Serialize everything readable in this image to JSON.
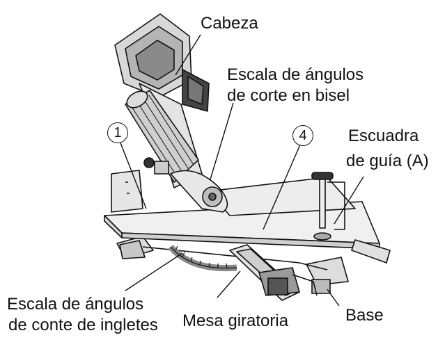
{
  "labels": {
    "cabeza": "Cabeza",
    "bevel_scale_line1": "Escala de ángulos",
    "bevel_scale_line2": "de corte en bisel",
    "fence_line1": "Escuadra",
    "fence_line2": "de guía (A)",
    "miter_scale_line1": "Escala de ángulos",
    "miter_scale_line2": "de conte de ingletes",
    "turntable": "Mesa giratoria",
    "base": "Base"
  },
  "callouts": {
    "one": "1",
    "four": "4"
  },
  "colors": {
    "ink": "#111111",
    "light_gray": "#e8e8e8",
    "mid_gray": "#b8b8b8",
    "dark_gray": "#555555"
  }
}
